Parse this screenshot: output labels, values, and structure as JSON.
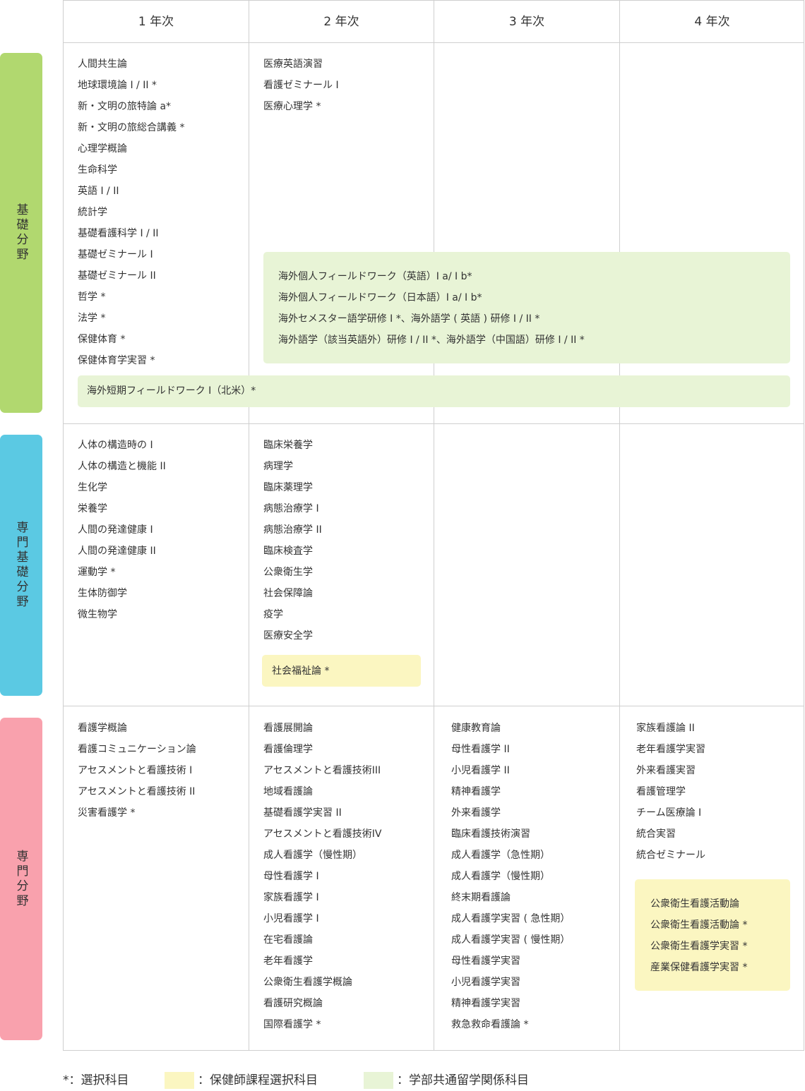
{
  "colors": {
    "basic": "#b1d86f",
    "pro_basic": "#5bc9e3",
    "pro": "#f9a1ad",
    "green_box": "#e8f4d6",
    "yellow_box": "#fbf6c1",
    "grid_line": "#cfcfcf"
  },
  "years": [
    "1 年次",
    "2 年次",
    "3 年次",
    "4 年次"
  ],
  "categories": {
    "basic": "基礎分野",
    "pro_basic": "専門基礎分野",
    "pro": "専門分野"
  },
  "basic": {
    "y1": [
      "人間共生論",
      "地球環境論 I / II *",
      "新・文明の旅特論 a*",
      "新・文明の旅総合講義 *",
      "心理学概論",
      "生命科学",
      "英語 I / II",
      "統計学",
      "基礎看護科学 I / II",
      "基礎ゼミナール I",
      "基礎ゼミナール II",
      "哲学 *",
      "法学 *",
      "保健体育 *",
      "保健体育学実習 *"
    ],
    "y2": [
      "医療英語演習",
      "看護ゼミナール I",
      "医療心理学 *"
    ],
    "study_abroad": [
      "海外個人フィールドワーク（英語）I a/ I b*",
      "海外個人フィールドワーク（日本語）I a/ I b*",
      "海外セメスター語学研修 I *、海外語学 ( 英語 ) 研修 I / II *",
      "海外語学（該当英語外）研修 I / II *、海外語学（中国語）研修 I / II *"
    ],
    "short_fieldwork": "海外短期フィールドワーク I（北米）*"
  },
  "pro_basic": {
    "y1": [
      "人体の構造時の I",
      "人体の構造と機能 II",
      "生化学",
      "栄養学",
      "人間の発達健康 I",
      "人間の発達健康 II",
      "運動学 *",
      "生体防御学",
      "微生物学"
    ],
    "y2": [
      "臨床栄養学",
      "病理学",
      "臨床薬理学",
      "病態治療学 I",
      "病態治療学 II",
      "臨床検査学",
      "公衆衛生学",
      "社会保障論",
      "疫学",
      "医療安全学"
    ],
    "y2_box": "社会福祉論 *"
  },
  "pro": {
    "y1": [
      "看護学概論",
      "看護コミュニケーション論",
      "アセスメントと看護技術 I",
      "アセスメントと看護技術 II",
      "災害看護学 *"
    ],
    "y2": [
      "看護展開論",
      "看護倫理学",
      "アセスメントと看護技術III",
      "地域看護論",
      "基礎看護学実習 II",
      "アセスメントと看護技術IV",
      "成人看護学（慢性期）",
      "母性看護学 I",
      "家族看護学 I",
      "小児看護学 I",
      "在宅看護論",
      "老年看護学",
      "公衆衛生看護学概論",
      "看護研究概論",
      "国際看護学 *"
    ],
    "y3": [
      "健康教育論",
      "母性看護学 II",
      "小児看護学 II",
      "精神看護学",
      "外来看護学",
      "臨床看護技術演習",
      "成人看護学（急性期）",
      "成人看護学（慢性期）",
      "終末期看護論",
      "成人看護学実習 ( 急性期）",
      "成人看護学実習 ( 慢性期）",
      "母性看護学実習",
      "小児看護学実習",
      "精神看護学実習",
      "救急救命看護論 *"
    ],
    "y4": [
      "家族看護論 II",
      "老年看護学実習",
      "外来看護実習",
      "看護管理学",
      "チーム医療論 I",
      "統合実習",
      "統合ゼミナール"
    ],
    "y4_box": [
      "公衆衛生看護活動論",
      "公衆衛生看護活動論 *",
      "公衆衛生看護学実習 *",
      "産業保健看護学実習 *"
    ]
  },
  "legend": {
    "elective": "*：選択科目",
    "nurse_course": "：保健師課程選択科目",
    "study_abroad": "：学部共通留学関係科目"
  }
}
